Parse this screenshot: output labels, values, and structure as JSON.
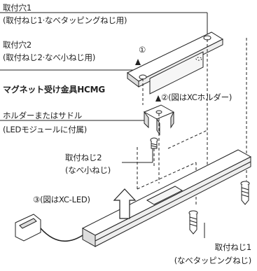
{
  "labels": {
    "hole1_title": "取付穴1",
    "hole1_sub": "(取付ねじ1·なべタッピングねじ用)",
    "hole2_title": "取付穴2",
    "hole2_sub": "(取付ねじ2·なべ小ねじ用)",
    "magnet_title": "マグネット受け金具HCMG",
    "holder_title": "ホルダーまたはサドル",
    "holder_sub": "(LEDモジュールに付属)",
    "screw2_title": "取付ねじ2",
    "screw2_sub": "(なべ小ねじ)",
    "screw1_title": "取付ねじ1",
    "screw1_sub": "(なべタッピングねじ)",
    "step1": "①",
    "step2": "②(図はXCホルダー)",
    "step3": "③(図はXC-LED)"
  }
}
